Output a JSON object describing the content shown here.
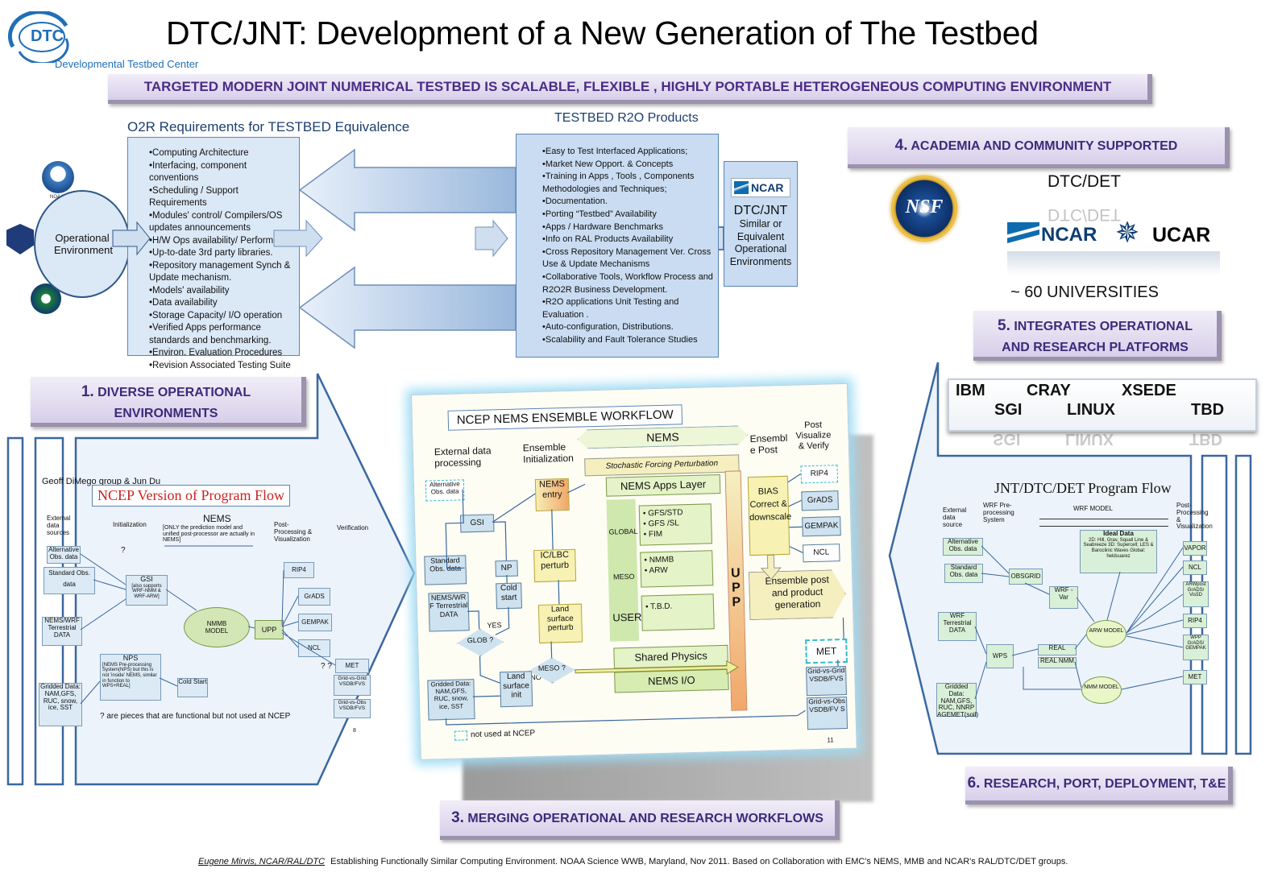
{
  "logo": {
    "abbr": "DTC",
    "subtitle": "Developmental Testbed Center"
  },
  "title": "DTC/JNT: Development of a New Generation of The Testbed",
  "top_banner": "TARGETED MODERN JOINT NUMERICAL TESTBED IS SCALABLE, FLEXIBLE , HIGHLY PORTABLE HETEROGENEOUS COMPUTING ENVIRONMENT",
  "o2r": {
    "heading": "O2R Requirements  for  TESTBED Equivalence",
    "ellipse_label": "Operational Environment",
    "noaa_label": "NOAA",
    "items": [
      "•Computing Architecture",
      "•Interfacing, component conventions",
      "•Scheduling / Support Requirements",
      "•Modules' control/ Compilers/OS updates announcements",
      "•H/W Ops availability/ Performance",
      "•Up-to-date 3rd party libraries.",
      "•Repository management Synch & Update mechanism.",
      "•Models' availability",
      "•Data availability",
      "•Storage Capacity/ I/O operation",
      "•Verified Apps performance standards  and benchmarking.",
      "•Environ. Evaluation Procedures",
      "•Revision Associated Testing Suite"
    ]
  },
  "r2o": {
    "heading": "TESTBED R2O Products",
    "items": [
      "•Easy to Test Interfaced  Applications;",
      "•Market  New Opport. & Concepts",
      "•Training  in  Apps , Tools , Components Methodologies and Techniques;",
      "•Documentation.",
      "•Porting “Testbed” Availability",
      "•Apps / Hardware Benchmarks",
      "•Info on RAL Products Availability",
      "•Cross Repository Management Ver. Cross Use & Update Mechanisms",
      "•Collaborative Tools, Workflow Process and  R2O2R Business Development.",
      "•R2O applications Unit Testing and Evaluation .",
      "•Auto-configuration, Distributions.",
      "•Scalability  and Fault Tolerance Studies"
    ],
    "ncar_box": {
      "logo": "NCAR",
      "title": "DTC/JNT",
      "text": "Similar or Equivalent Operational Environments"
    }
  },
  "section4": {
    "banner_num": "4.",
    "banner_text": "ACADEMIA AND COMMUNITY SUPPORTED",
    "dtc_det": "DTC/DET",
    "dtc_det_reflect": "DTC/DET",
    "nsf": "NSF",
    "ncar": "NCAR",
    "ucar": "UCAR",
    "universities": "~ 60  UNIVERSITIES"
  },
  "section5": {
    "banner_num": "5.",
    "banner_line1": "INTEGRATES OPERATIONAL",
    "banner_line2": "AND RESEARCH PLATFORMS",
    "platforms_row1": [
      "IBM",
      "CRAY",
      "XSEDE"
    ],
    "platforms_row2": [
      "SGI",
      "LINUX",
      "TBD"
    ],
    "reflect_row": [
      "SGI",
      "LINUX",
      "TBD"
    ]
  },
  "section1": {
    "banner_num": "1.",
    "banner_line1": "DIVERSE  OPERATIONAL",
    "banner_line2": "ENVIRONMENTS",
    "credit": "Geoff DiMego group & Jun Du",
    "flow_title": "NCEP Version of  Program Flow",
    "col_external": "External data sources",
    "col_init": "Initialization",
    "col_nems": "NEMS",
    "nems_note": "[ONLY the prediction model and unified post-processor are actually in NEMS]",
    "col_post": "Post-Processing & Visualization",
    "col_verif": "Verification",
    "alt_obs": "Alternative Obs. data",
    "std_obs": "Standard Obs. data",
    "nems_wrf": "NEMS/WRF Terrestrial DATA",
    "gridded": "Gridded Data: NAM,GFS, RUC, snow, ice, SST",
    "gsi": "GSI",
    "gsi_note": "[also supports WRF-NMM & WRF-ARW]",
    "nps": "NPS",
    "nps_note": "[NEMS Pre-processing System(NPS) but this is not 'inside' NEMS, similar in function to WPS+REAL]",
    "cold_start": "Cold Start",
    "nmmb": "NMMB MODEL",
    "upp": "UPP",
    "rip4": "RIP4",
    "grads": "GrADS",
    "gempak": "GEMPAK",
    "ncl": "NCL",
    "met": "MET",
    "grid_vs_grid": "Grid-vs-Grid VSDB/FVS",
    "grid_vs_obs": "Grid-vs-Obs VSDB/FVS",
    "q": "?",
    "qq": "? ?",
    "footnote": "? are pieces that are functional but not used at NCEP",
    "page": "8"
  },
  "section3": {
    "banner_num": "3.",
    "banner_text": "MERGING OPERATIONAL AND RESEARCH WORKFLOWS",
    "title": "NCEP NEMS ENSEMBLE WORKFLOW",
    "external": "External data processing",
    "ens_init": "Ensemble Initialization",
    "nems": "NEMS",
    "ens_post": "Ensembl e Post",
    "post_vis": "Post Visualize & Verify",
    "alt_obs": "Alternative Obs. data",
    "std_obs": "Standard Obs. data",
    "nems_wrf": "NEMS/WR F Terrestrial DATA",
    "gridded": "Gridded Data: NAM,GFS, RUC, snow, ice, SST",
    "gsi": "GSI",
    "np": "NP",
    "cold_start": "Cold start",
    "glob": "GLOB ?",
    "yes": "YES",
    "no": "NO",
    "meso_q": "MESO ?",
    "land_init": "Land surface init",
    "nems_entry": "NEMS entry",
    "iclbc": "IC/LBC perturb",
    "land_perturb": "Land surface perturb",
    "stochastic": "Stochastic Forcing Perturbation Component",
    "apps_layer": "NEMS Apps Layer",
    "global": "GLOBAL",
    "global_items": "• GFS/STD\n• GFS /SL\n• FIM",
    "meso": "MESO",
    "meso_items": "• NMMB\n• ARW",
    "user": "USER",
    "user_items": "• T.B.D.",
    "shared_physics": "Shared Physics",
    "nems_io": "NEMS I/O",
    "upp": "U P P",
    "bias": "BIAS Correct & downscale",
    "ensemble_post": "Ensemble post and product generation",
    "rip4": "RIP4",
    "grads": "GrADS",
    "gempak": "GEMPAK",
    "ncl": "NCL",
    "met": "MET",
    "grid_vs_grid": "Grid-vs-Grid VSDB/FVS",
    "grid_vs_obs": "Grid-vs-Obs VSDB/FV S",
    "legend": "not used at NCEP",
    "page": "11"
  },
  "section6": {
    "banner_num": "6.",
    "banner_text": "RESEARCH,  PORT,  DEPLOYMENT,  T&E",
    "flow_title": "JNT/DTC/DET Program Flow",
    "external": "External data source",
    "wrf_pre": "WRF Pre-processing System",
    "wrf_model": "WRF MODEL",
    "post": "Post-Processing & Visualization",
    "ideal_title": "Ideal Data",
    "ideal_text": "2D: Hill, Grav, Squall Line & Seabreeze 3D: Supercell; LES & Baroclinic Waves Global: heldsuarez",
    "alt_obs": "Alternative Obs. data",
    "std_obs": "Standard Obs. data",
    "wrf_terr": "WRF Terrestrial DATA",
    "gridded": "Gridded Data: NAM,GFS, RUC, NNRP AGEMET(soil)",
    "obsgrid": "OBSGRID",
    "wrf_var": "WRF - Var",
    "wps": "WPS",
    "real": "REAL",
    "real_nmm": "REAL NMM",
    "arw": "ARW MODEL",
    "nmm": "NMM MODEL",
    "vapor": "VAPOR",
    "ncl": "NCL",
    "arwpost": "ARWpost GrADS/ Vis5D",
    "rip4": "RIP4",
    "wpp": "WPP GrADS/ GEMPAK",
    "met": "MET"
  },
  "footer": {
    "author": "Eugene Mirvis, NCAR/RAL/DTC",
    "text": "Establishing Functionally Similar Computing Environment.  NOAA Science WWB, Maryland, Nov 2011.  Based on Collaboration with EMC's NEMS, MMB and NCAR's RAL/DTC/DET groups."
  },
  "colors": {
    "banner_text": "#3c2a7a",
    "banner_bg": "#e3dcf0",
    "arrow_fill": "#cfdff0",
    "arrow_stroke": "#2d5788",
    "frame_blue": "#3a67a0"
  }
}
